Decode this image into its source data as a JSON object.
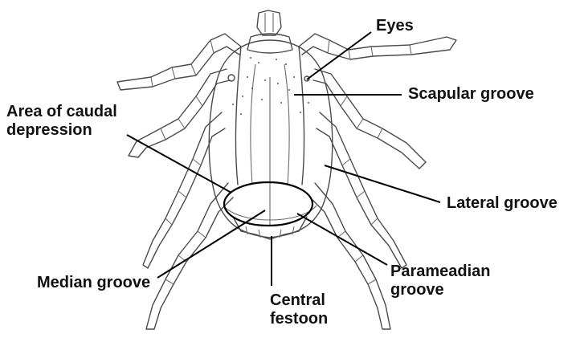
{
  "labels": {
    "eyes": "Eyes",
    "scapular_groove": "Scapular groove",
    "caudal_line1": "Area of caudal",
    "caudal_line2": "depression",
    "lateral_groove": "Lateral groove",
    "parameadian_line1": "Parameadian",
    "parameadian_line2": "groove",
    "median_groove": "Median groove",
    "festoon_line1": "Central",
    "festoon_line2": "festoon"
  },
  "colors": {
    "outline": "#4a4a4a",
    "leader": "#000000",
    "text": "#111111",
    "background": "#ffffff"
  }
}
